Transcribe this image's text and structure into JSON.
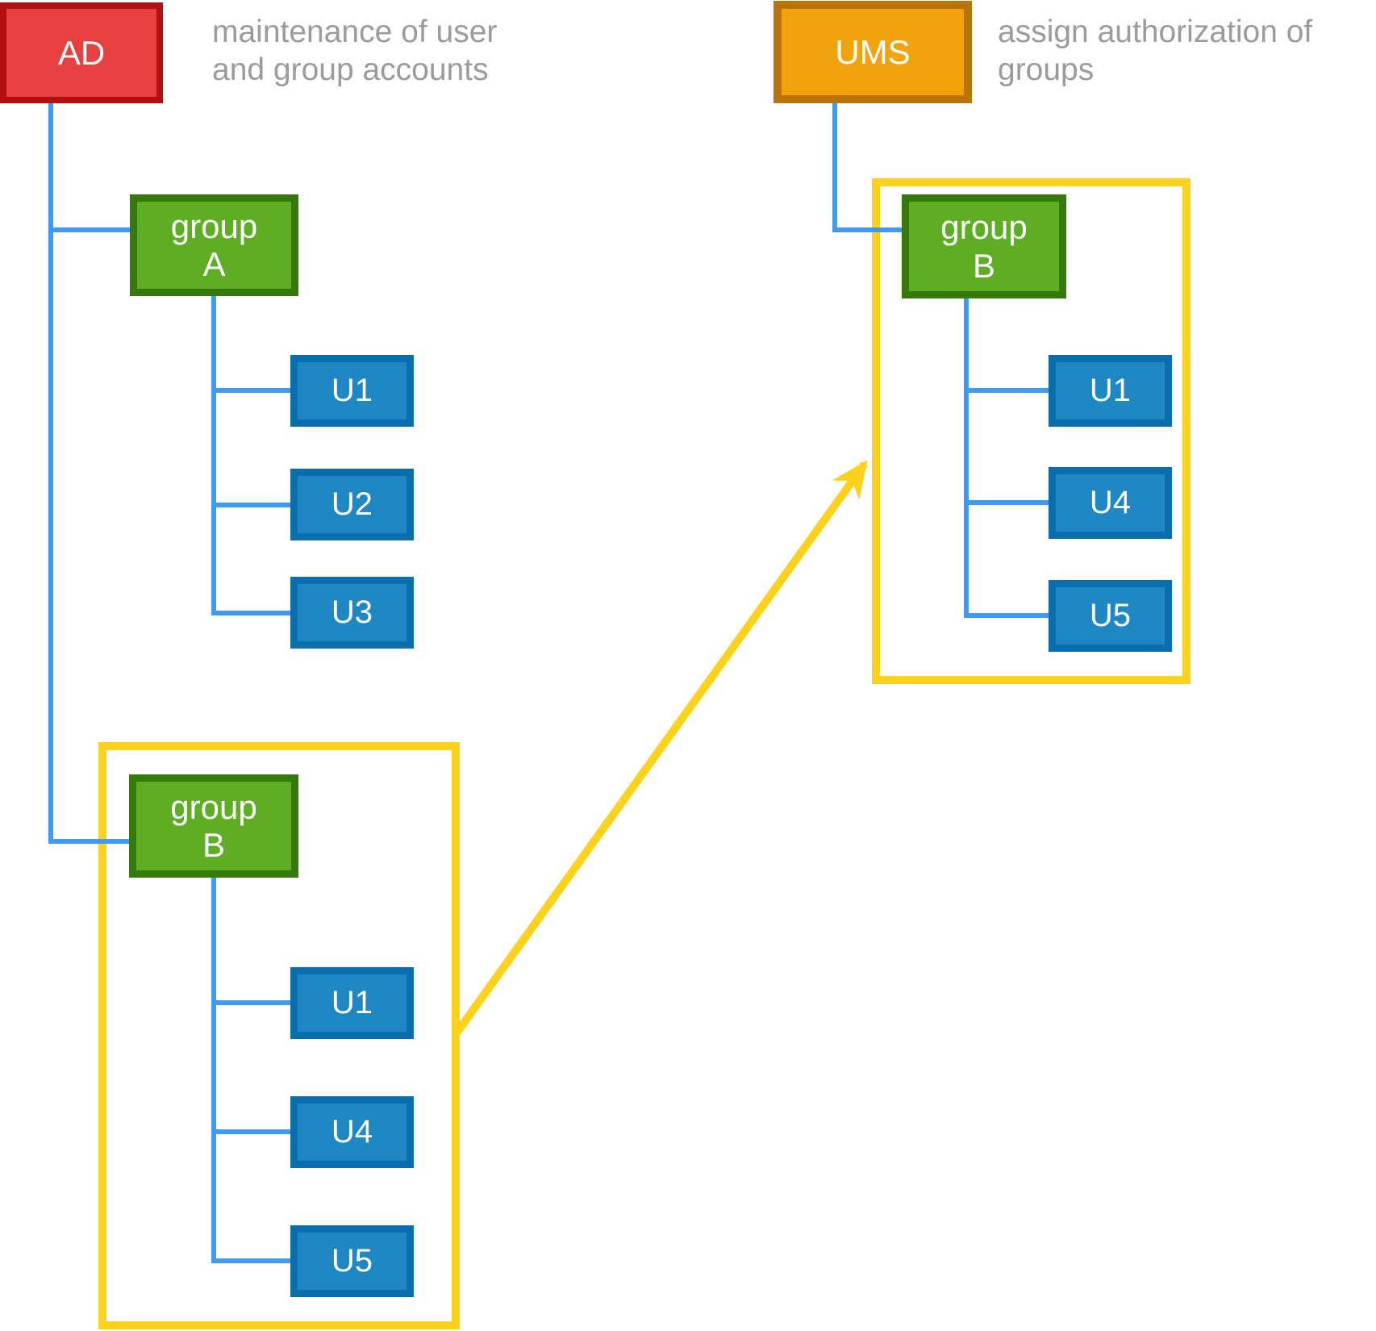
{
  "systems": {
    "ad": {
      "label": "AD",
      "caption": "maintenance of user and group accounts"
    },
    "ums": {
      "label": "UMS",
      "caption": "assign authorization of groups"
    }
  },
  "ad_tree": {
    "group_a": {
      "label": "group\nA",
      "users": [
        "U1",
        "U2",
        "U3"
      ]
    },
    "group_b": {
      "label": "group\nB",
      "users": [
        "U1",
        "U4",
        "U5"
      ]
    }
  },
  "ums_tree": {
    "group_b": {
      "label": "group\nB",
      "users": [
        "U1",
        "U4",
        "U5"
      ]
    }
  },
  "colors": {
    "ad_fill": "#e84040",
    "ad_border": "#b31111",
    "ums_fill": "#f0a30d",
    "ums_border": "#b8740a",
    "group_fill": "#5ead24",
    "group_border": "#35790b",
    "user_fill": "#1f88c2",
    "user_border": "#0a6dad",
    "connector": "#3f9af5",
    "highlight": "#fdd21c",
    "caption_text": "#9b9b9b"
  }
}
